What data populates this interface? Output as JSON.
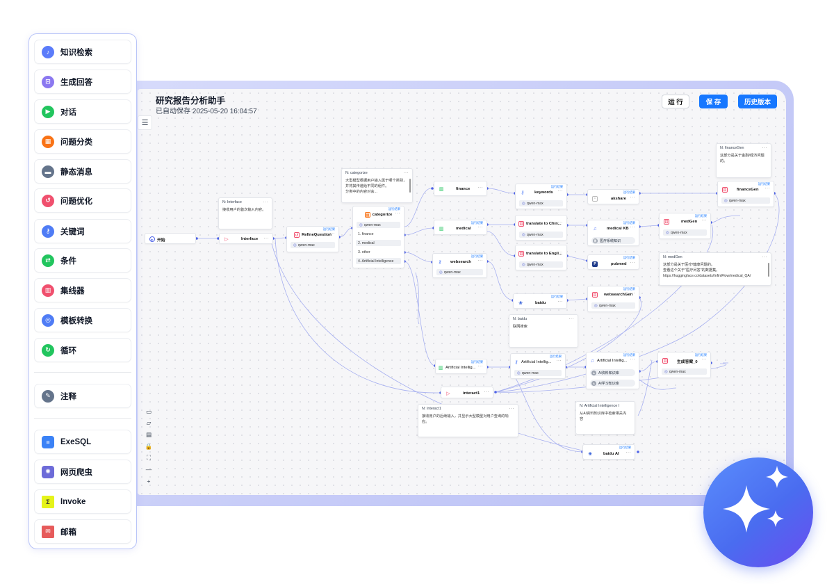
{
  "app": {
    "title": "研究报告分析助手",
    "autosave": "已自动保存 2025-05-20 16:04:57"
  },
  "toolbar": {
    "run": "运 行",
    "save": "保 存",
    "history": "历史版本"
  },
  "sidebar": {
    "items": [
      {
        "label": "知识检索",
        "icon": "bell-icon",
        "color": "#5b7cfa"
      },
      {
        "label": "生成回答",
        "icon": "generate-icon",
        "color": "#8b78f0"
      },
      {
        "label": "对话",
        "icon": "send-icon",
        "color": "#22c55e"
      },
      {
        "label": "问题分类",
        "icon": "category-icon",
        "color": "#f97316"
      },
      {
        "label": "静态消息",
        "icon": "message-icon",
        "color": "#64748b"
      },
      {
        "label": "问题优化",
        "icon": "optimize-icon",
        "color": "#f0506e"
      },
      {
        "label": "关键词",
        "icon": "key-icon",
        "color": "#4f7cf5"
      },
      {
        "label": "条件",
        "icon": "switch-icon",
        "color": "#22c55e"
      },
      {
        "label": "集线器",
        "icon": "hub-icon",
        "color": "#f0506e"
      },
      {
        "label": "模板转换",
        "icon": "template-icon",
        "color": "#4f7cf5"
      },
      {
        "label": "循环",
        "icon": "loop-icon",
        "color": "#22c55e"
      },
      {
        "label": "注释",
        "icon": "note-icon",
        "color": "#64748b"
      },
      {
        "label": "ExeSQL",
        "icon": "database-icon",
        "color": "#3b82f6"
      },
      {
        "label": "网页爬虫",
        "icon": "crawler-icon",
        "color": "#6d6bd8"
      },
      {
        "label": "Invoke",
        "icon": "invoke-icon",
        "color": "#e5f31a"
      },
      {
        "label": "邮箱",
        "icon": "mail-icon",
        "color": "#e65b5b"
      }
    ]
  },
  "common": {
    "run_label": "运行结果",
    "model": "qwen-max"
  },
  "nodes": {
    "start": "开始",
    "interface": "Interface",
    "refine": "RefineQuestion",
    "categorize": "categorize",
    "cat_opts": [
      "1. finance",
      "2. medical",
      "3. other",
      "4. Artificial Intelligence"
    ],
    "finance": "finance",
    "medical": "medical",
    "websearch": "websearch",
    "ai_cat": "Artificial Intellig...",
    "keywords": "keywords",
    "trans_zh": "translate to Chin...",
    "trans_en": "translate to Engli...",
    "baidu": "baidu",
    "ai_kw": "Artificial Intellig...",
    "akshare": "akshare",
    "medical_kb": "medical KB",
    "med_kb_item": "医疗系统知识",
    "pubmed": "pubmed",
    "websearch_gen": "websearchGen",
    "ai_retr": "Artificial Intellig...",
    "ai_kb1": "AI资料知识库",
    "ai_kb2": "AI学习知识库",
    "finance_gen": "financeGen",
    "med_gen": "medGen",
    "gen_answer": "生成答案_0",
    "interact": "interact1",
    "baidu_ai": "baidu AI"
  },
  "notes": {
    "interface": {
      "title": "N: Interface",
      "body": "接收用户的首次输入内容。"
    },
    "categorize": {
      "title": "N: categorize",
      "body": "大型模型根据用户输入属于哪个类别，并将其传递给不同的组件。\n分类中的内容对会..."
    },
    "finance_gen": {
      "title": "N: financeGen",
      "body": "这部分是关于金融/经济问题的。"
    },
    "med_gen": {
      "title": "N: medGen",
      "body": "这部分是关于医疗/健康问题的。\n查看这个关于\"医疗问答\"的数据集。\nhttps://huggingface.co/datasets/InfiniFlow/medical_QA/"
    },
    "baidu": {
      "title": "N: baidu",
      "body": "联网搜索"
    },
    "interact": {
      "title": "N: Interact1",
      "body": "接收用户的后续输入，并显示大型模型对用户查询的响应。"
    },
    "ai_gen": {
      "title": "N: Artificial Intelligence I",
      "body": "从AI资料知识库中检索相关内容"
    }
  }
}
